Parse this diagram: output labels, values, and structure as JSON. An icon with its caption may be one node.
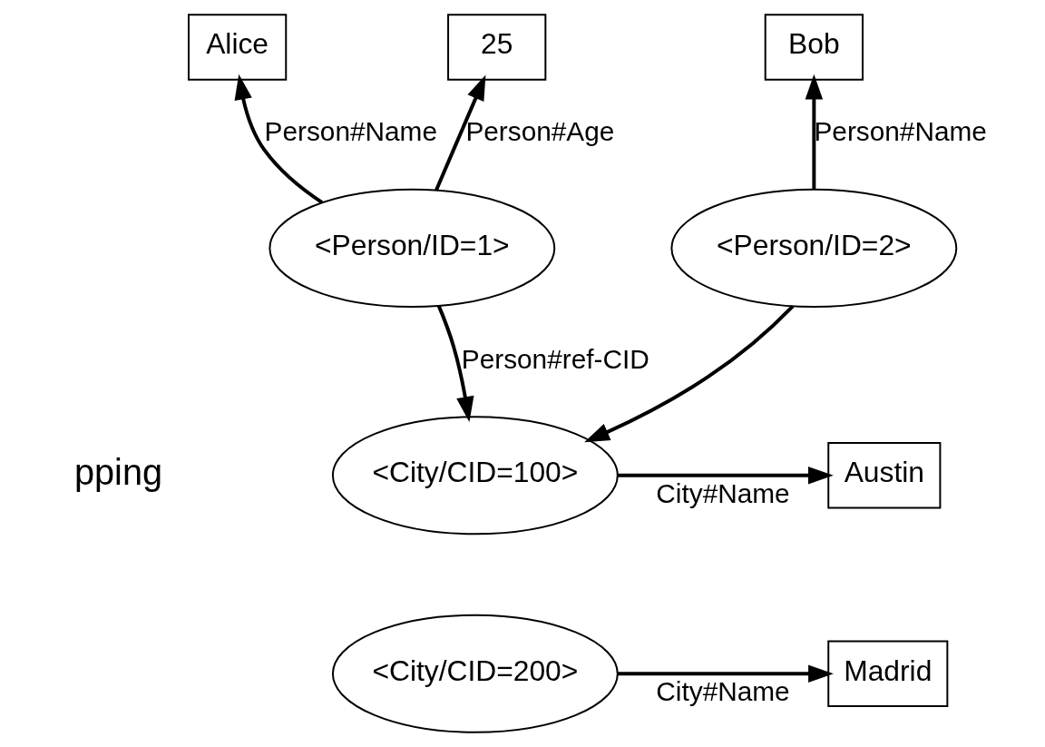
{
  "diagram": {
    "nodes": [
      {
        "text": [
          "Alice"
        ]
      },
      {
        "text": [
          "25"
        ]
      },
      {
        "text": [
          "Bob"
        ]
      },
      {
        "text": [
          "<Person/ID=1>"
        ]
      },
      {
        "text": [
          "<Person/ID=2>"
        ]
      },
      {
        "text": [
          "<City/CID=100>"
        ]
      },
      {
        "text": [
          "Austin"
        ]
      },
      {
        "text": [
          "<City/CID=200>"
        ]
      },
      {
        "text": [
          "Madrid"
        ]
      }
    ],
    "edges": [
      {
        "from": 3,
        "to": 0,
        "arrow": "to",
        "label": "Person#Name"
      },
      {
        "from": 3,
        "to": 1,
        "arrow": "to",
        "label": "Person#Age"
      },
      {
        "from": 4,
        "to": 2,
        "arrow": "to",
        "label": "Person#Name"
      },
      {
        "from": 3,
        "to": 5,
        "arrow": "to",
        "label": "Person#ref-CID"
      },
      {
        "from": 4,
        "to": 5,
        "arrow": "to"
      },
      {
        "from": 5,
        "to": 6,
        "arrow": "to",
        "label": "City#Name"
      },
      {
        "from": 7,
        "to": 8,
        "arrow": "to",
        "label": "City#Name"
      }
    ],
    "labels": [
      "pping"
    ]
  }
}
